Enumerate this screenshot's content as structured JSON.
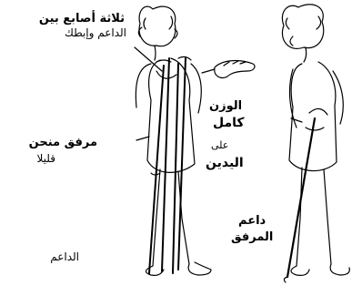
{
  "labels": {
    "three_fingers_line1": "ثلاثة أصابع بين",
    "three_fingers_line2": "الداعم وإبطك",
    "elbow_line1": "مرفق منحن",
    "elbow_line2": "قليلا",
    "weight_line1": "الوزن",
    "weight_line2": "كامل",
    "weight_line3": "على",
    "weight_line4": "اليدين",
    "forearm_line1": "داعم",
    "forearm_line2": "المرفق",
    "crutch": "الداعم"
  },
  "colors": {
    "ink": "#000000",
    "background": "#ffffff"
  }
}
